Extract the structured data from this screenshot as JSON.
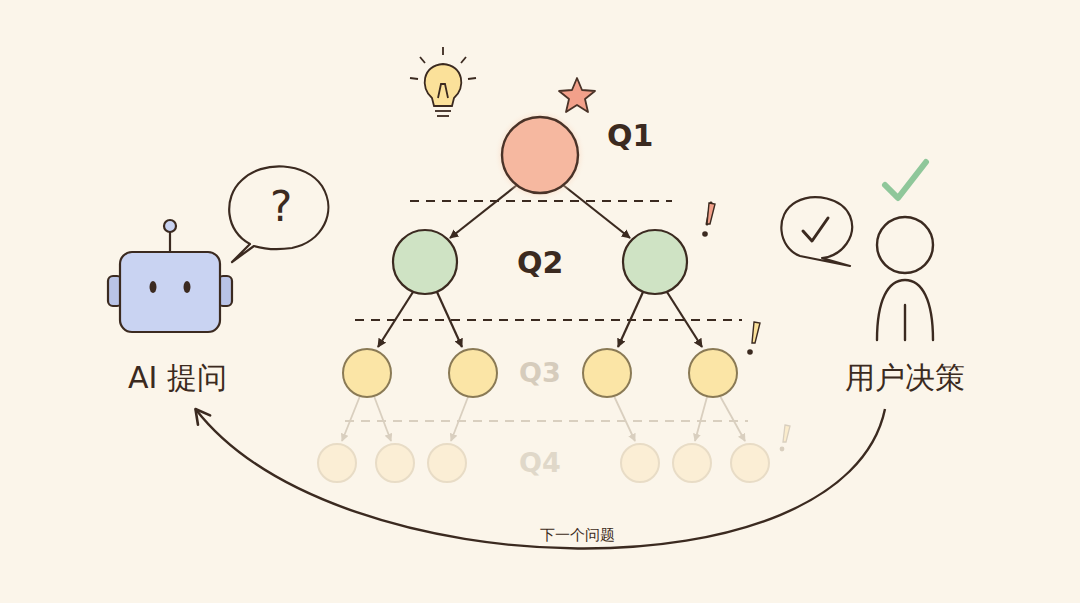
{
  "diagram": {
    "nodes": [
      {
        "text": [
          "AI 提问"
        ]
      },
      {
        "text": [
          "用户决策"
        ]
      }
    ],
    "edges": [
      {
        "from": 1,
        "to": 0,
        "arrow": "to",
        "label": "下一个问题"
      }
    ],
    "labels": [
      "?",
      "Q1",
      "Q2",
      "Q3",
      "Q4"
    ]
  }
}
